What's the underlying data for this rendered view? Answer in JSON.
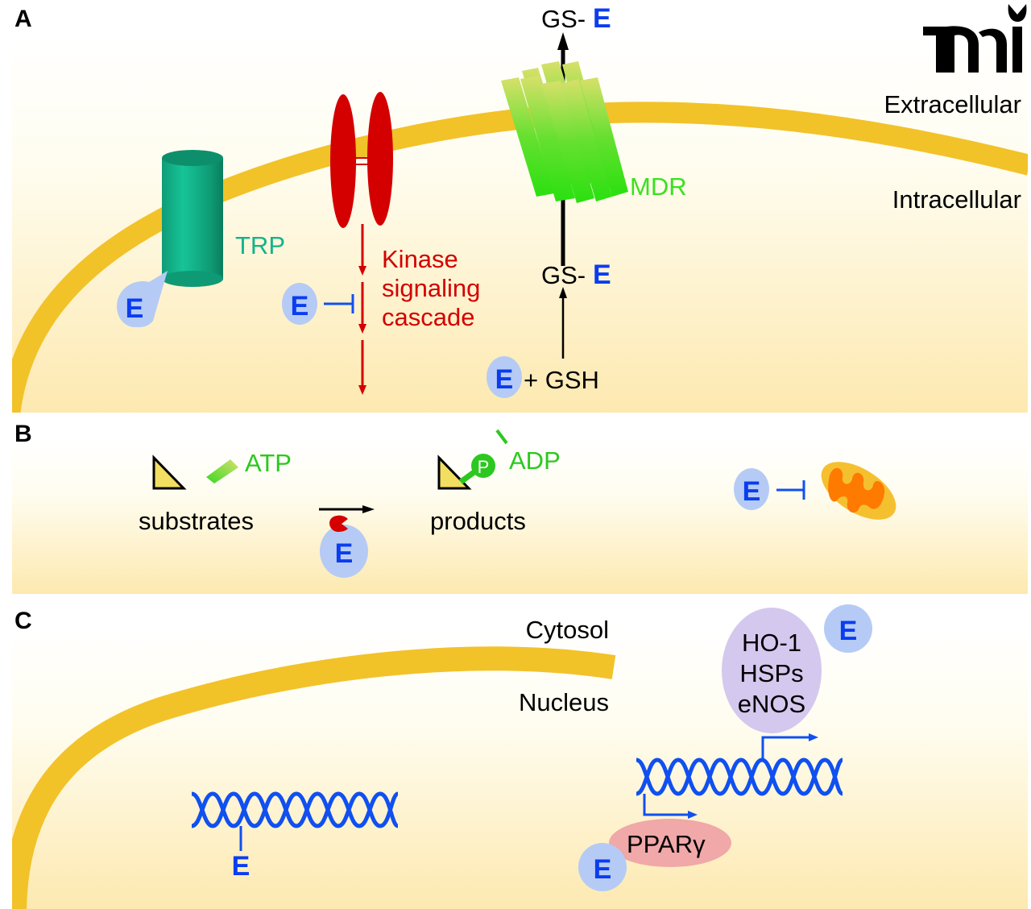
{
  "figure": {
    "logo": "mi",
    "panels": {
      "A": {
        "letter": "A",
        "extracellular": "Extracellular",
        "intracellular": "Intracellular",
        "trp": "TRP",
        "kinase_line1": "Kinase",
        "kinase_line2": "signaling",
        "kinase_line3": "cascade",
        "mdr": "MDR",
        "gs_prefix": "GS-",
        "e": "E",
        "plus_gsh": "+ GSH"
      },
      "B": {
        "letter": "B",
        "atp": "ATP",
        "adp": "ADP",
        "p": "P",
        "substrates": "substrates",
        "products": "products",
        "e": "E"
      },
      "C": {
        "letter": "C",
        "cytosol": "Cytosol",
        "nucleus": "Nucleus",
        "genes_line1": "HO-1",
        "genes_line2": "HSPs",
        "genes_line3": "eNOS",
        "ppar": "PPARγ",
        "e": "E"
      }
    },
    "colors": {
      "membrane": "#f2c229",
      "epicatechin_bubble": "#b5cbf5",
      "epicatechin_text": "#0a3cf0",
      "trp": "#12b48a",
      "kinase": "#d40000",
      "mdr": "#3ae020",
      "atp": "#2cc820",
      "dna": "#1050f0",
      "genes_bubble": "#d5c8ee",
      "ppar_bubble": "#f0a8a8",
      "mito_outer": "#f5c030",
      "mito_inner": "#ff7a00"
    }
  }
}
